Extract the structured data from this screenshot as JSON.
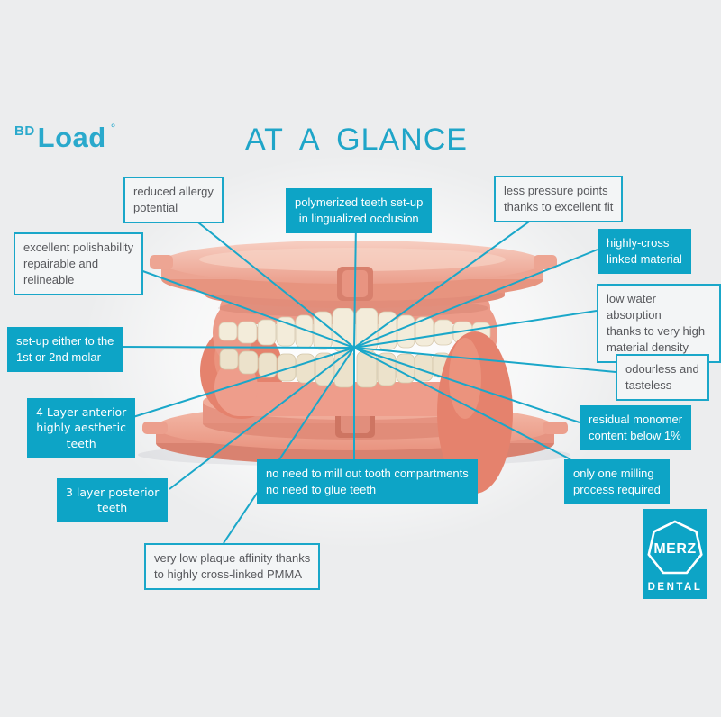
{
  "brand": {
    "prefix": "BD",
    "name": "Load",
    "mark": "°"
  },
  "title": "AT A GLANCE",
  "callouts": [
    {
      "id": "reduced-allergy",
      "variant": "outline",
      "text": "reduced allergy\npotential"
    },
    {
      "id": "polymerized-teeth",
      "variant": "solid",
      "text": "polymerized teeth set-up\nin lingualized occlusion"
    },
    {
      "id": "less-pressure",
      "variant": "outline",
      "text": "less pressure points\nthanks to excellent fit"
    },
    {
      "id": "polishability",
      "variant": "outline",
      "text": "excellent polishability\nrepairable and\nrelineable"
    },
    {
      "id": "cross-linked",
      "variant": "solid",
      "text": "highly-cross\nlinked material"
    },
    {
      "id": "water-absorption",
      "variant": "outline",
      "text": "low water absorption\nthanks to very high\nmaterial density"
    },
    {
      "id": "setup-molar",
      "variant": "solid",
      "text": "set-up either to the\n1st or 2nd molar"
    },
    {
      "id": "odourless",
      "variant": "outline",
      "text": "odourless and\ntasteless"
    },
    {
      "id": "four-layer",
      "variant": "solid",
      "text": "4 Layer anterior\nhighly aesthetic\nteeth"
    },
    {
      "id": "residual-monomer",
      "variant": "solid",
      "text": "residual monomer\ncontent below 1%"
    },
    {
      "id": "three-layer",
      "variant": "solid",
      "text": "3 layer posterior\nteeth"
    },
    {
      "id": "no-mill-no-glue",
      "variant": "solid",
      "text": "no need to mill out tooth compartments\nno need to glue teeth"
    },
    {
      "id": "one-milling",
      "variant": "solid",
      "text": "only one milling\nprocess required"
    },
    {
      "id": "plaque-affinity",
      "variant": "outline",
      "text": "very low plaque affinity thanks\nto highly cross-linked PMMA"
    }
  ],
  "logo": {
    "name": "MERZ",
    "sub": "DENTAL"
  },
  "image": {
    "description": "denture model with upper and lower teeth clamped between two salmon-pink mounting plates"
  },
  "colors": {
    "accent": "#0da4c6",
    "line": "#1aa7c9",
    "brand": "#2aa9cc",
    "text_dark": "#57585c",
    "background": "#ecedee"
  }
}
